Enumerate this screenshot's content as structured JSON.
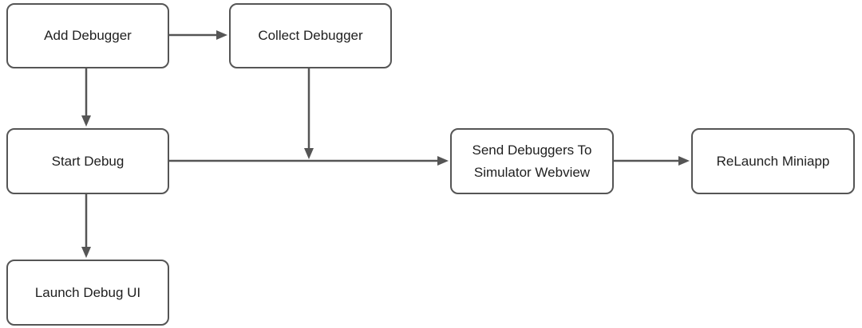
{
  "diagram": {
    "type": "flowchart",
    "colors": {
      "border": "#555555",
      "arrow": "#555555",
      "text": "#1f1f1f",
      "background": "#ffffff"
    },
    "nodes": {
      "add_debugger": "Add Debugger",
      "collect_debugger": "Collect Debugger",
      "start_debug": "Start Debug",
      "send_debuggers_line1": "Send Debuggers To",
      "send_debuggers_line2": "Simulator Webview",
      "relaunch_miniapp": "ReLaunch Miniapp",
      "launch_debug_ui": "Launch Debug UI"
    },
    "edges": [
      {
        "from": "Add Debugger",
        "to": "Collect Debugger"
      },
      {
        "from": "Add Debugger",
        "to": "Start Debug"
      },
      {
        "from": "Collect Debugger",
        "to": "Start Debug → Send Debuggers To Simulator Webview line"
      },
      {
        "from": "Start Debug",
        "to": "Send Debuggers To Simulator Webview"
      },
      {
        "from": "Send Debuggers To Simulator Webview",
        "to": "ReLaunch Miniapp"
      },
      {
        "from": "Start Debug",
        "to": "Launch Debug UI"
      }
    ]
  }
}
